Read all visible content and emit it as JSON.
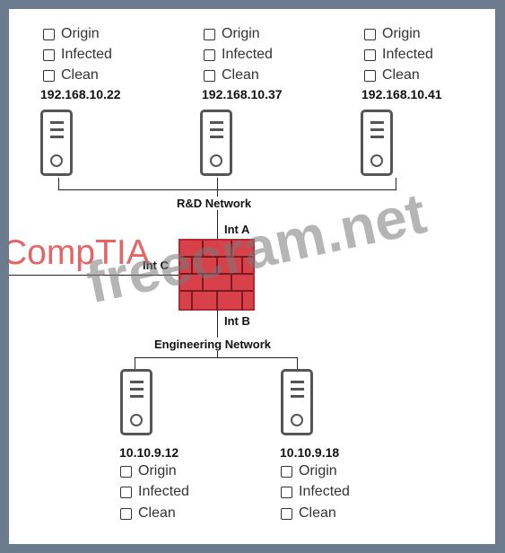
{
  "checkbox_labels": {
    "origin": "Origin",
    "infected": "Infected",
    "clean": "Clean"
  },
  "hosts": {
    "h1": {
      "ip": "192.168.10.22"
    },
    "h2": {
      "ip": "192.168.10.37"
    },
    "h3": {
      "ip": "192.168.10.41"
    },
    "h4": {
      "ip": "10.10.9.12"
    },
    "h5": {
      "ip": "10.10.9.18"
    }
  },
  "networks": {
    "rd": "R&D Network",
    "eng": "Engineering Network"
  },
  "interfaces": {
    "a": "Int A",
    "b": "Int B",
    "c": "Int C"
  },
  "watermarks": {
    "brand": "CompTIA",
    "site": "freecram.net"
  },
  "colors": {
    "firewall": "#d8404a",
    "brand": "#e04b4b"
  },
  "icons": {
    "server": "server-icon",
    "firewall": "firewall-icon"
  }
}
